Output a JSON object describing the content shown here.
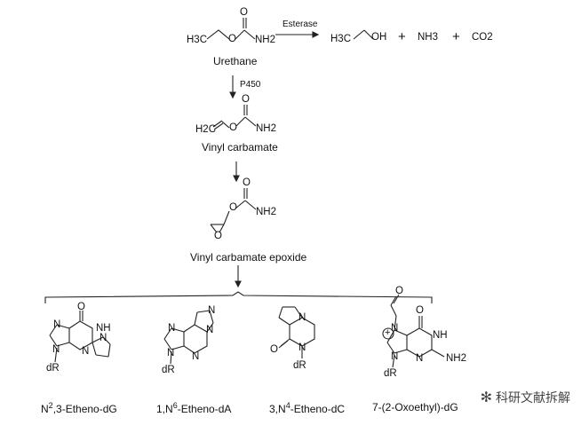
{
  "urethane": {
    "name": "Urethane",
    "atoms": {
      "h3c": "H3C",
      "o": "O",
      "o_top": "O",
      "nh2": "NH2"
    }
  },
  "esterase": {
    "enzyme": "Esterase",
    "products": {
      "ethanol_h3c": "H3C",
      "ethanol_oh": "OH",
      "plus1": "+",
      "nh3": "NH3",
      "plus2": "+",
      "co2": "CO2"
    }
  },
  "p450": {
    "enzyme": "P450"
  },
  "vinyl_carbamate": {
    "name": "Vinyl carbamate",
    "atoms": {
      "h2c": "H2C",
      "o": "O",
      "o_top": "O",
      "nh2": "NH2"
    }
  },
  "epoxide": {
    "name": "Vinyl carbamate epoxide",
    "atoms": {
      "o_ring": "O",
      "o": "O",
      "o_top": "O",
      "nh2": "NH2"
    }
  },
  "adducts": [
    {
      "caption_pre": "N",
      "caption_sup": "2",
      "caption_post": ",3-Etheno-dG"
    },
    {
      "caption_pre": "1,N",
      "caption_sup": "6",
      "caption_post": "-Etheno-dA"
    },
    {
      "caption_pre": "3,N",
      "caption_sup": "4",
      "caption_post": "-Etheno-dC"
    },
    {
      "caption_pre": "7-(2-Oxoethyl)-dG",
      "caption_sup": "",
      "caption_post": ""
    }
  ],
  "ring_atoms": {
    "dG": {
      "o": "O",
      "nh": "NH",
      "n1": "N",
      "n2": "N",
      "n3": "N",
      "n4": "N",
      "dr": "dR"
    },
    "dA": {
      "n1": "N",
      "n2": "N",
      "n3": "N",
      "n4": "N",
      "n5": "N",
      "dr": "dR"
    },
    "dC": {
      "n1": "N",
      "n2": "N",
      "o": "O",
      "dr": "dR"
    },
    "oxo": {
      "o_ald": "O",
      "o": "O",
      "n_plus": "N",
      "plus": "+",
      "nh": "NH",
      "n1": "N",
      "n2": "N",
      "nh2": "NH2",
      "dr": "dR"
    }
  },
  "watermark": {
    "text": "科研文献拆解"
  }
}
